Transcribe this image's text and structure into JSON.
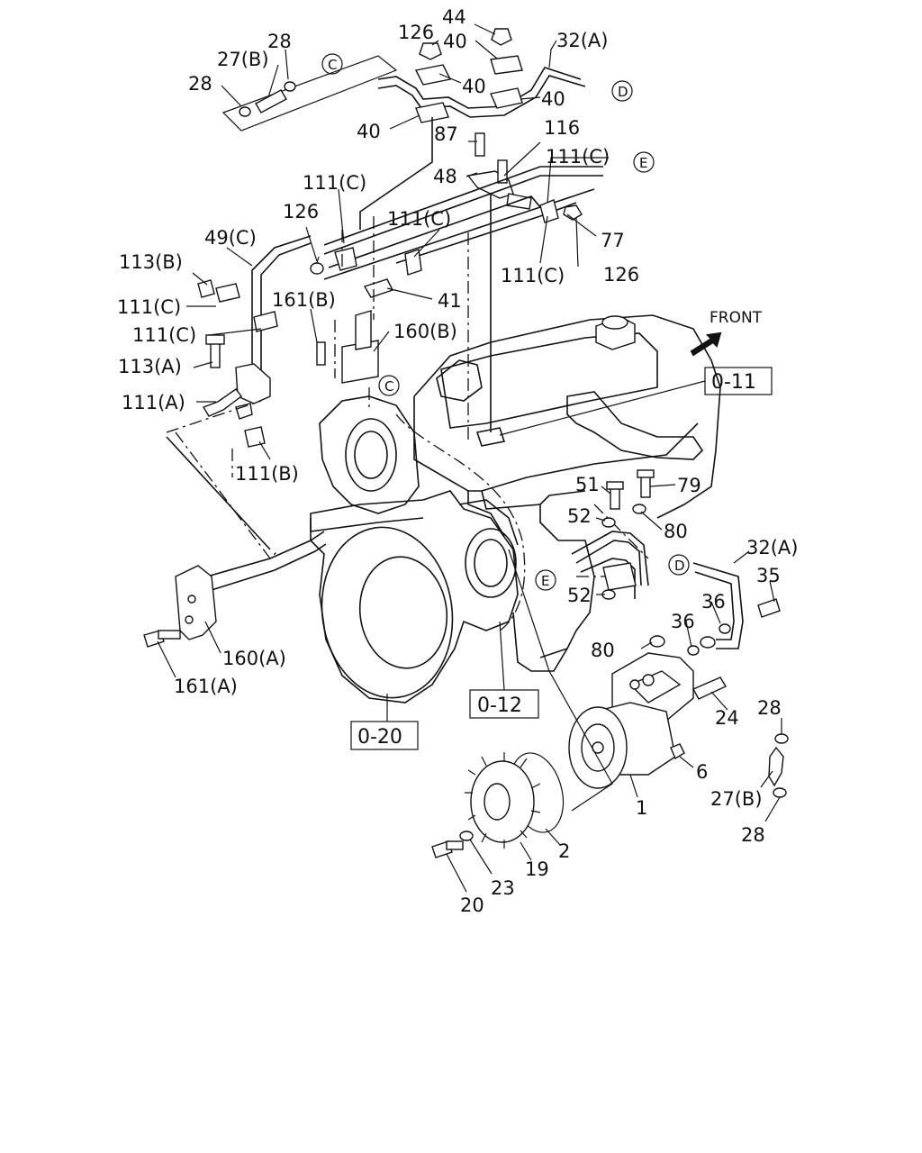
{
  "front_label": "FRONT",
  "ref_boxes": {
    "r011": "0-11",
    "r012": "0-12",
    "r020": "0-20"
  },
  "circle_markers": {
    "c": "C",
    "d": "D",
    "e": "E"
  },
  "labels": {
    "l44": "44",
    "l126a": "126",
    "l40a": "40",
    "l32a_top": "32(A)",
    "l28a": "28",
    "l27b_top": "27(B)",
    "l28b": "28",
    "l40b": "40",
    "l40c": "40",
    "l40d": "40",
    "l116": "116",
    "l87": "87",
    "l48": "48",
    "l111c_a": "111(C)",
    "l111c_b": "111(C)",
    "l126b": "126",
    "l111c_c": "111(C)",
    "l49c": "49(C)",
    "l77": "77",
    "l113b": "113(B)",
    "l111c_d": "111(C)",
    "l126c": "126",
    "l41": "41",
    "l161b": "161(B)",
    "l111c_e": "111(C)",
    "l111c_f": "111(C)",
    "l160b": "160(B)",
    "l113a": "113(A)",
    "l111a": "111(A)",
    "l111b": "111(B)",
    "l51": "51",
    "l79": "79",
    "l52a": "52",
    "l80a": "80",
    "l32a_mid": "32(A)",
    "l35": "35",
    "l52b": "52",
    "l36a": "36",
    "l36b": "36",
    "l80b": "80",
    "l160a": "160(A)",
    "l161a": "161(A)",
    "l24": "24",
    "l28c": "28",
    "l6": "6",
    "l27b_mid": "27(B)",
    "l1": "1",
    "l28d": "28",
    "l2": "2",
    "l19": "19",
    "l23": "23",
    "l20": "20"
  }
}
